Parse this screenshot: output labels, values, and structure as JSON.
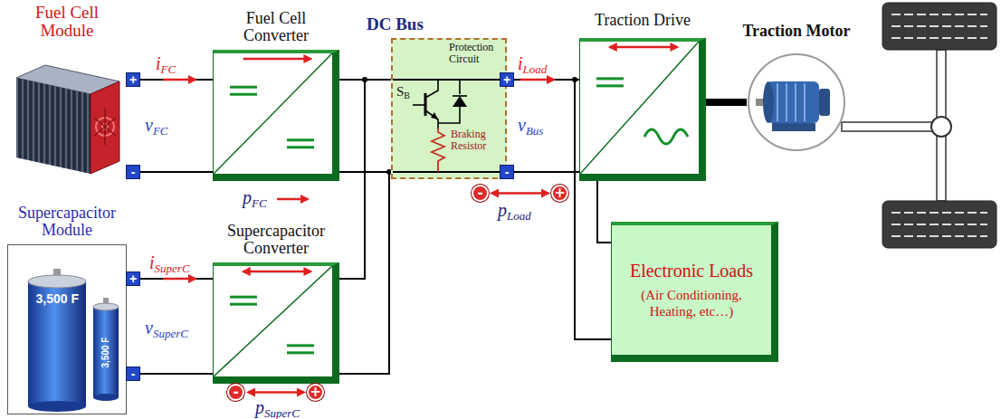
{
  "diagram": {
    "nodes": [
      {
        "text": [
          "Fuel Cell Module"
        ]
      },
      {
        "text": [
          "Fuel Cell Converter"
        ]
      },
      {
        "text": [
          "SB",
          "Protection Circuit",
          "Braking Resistor"
        ]
      },
      {
        "text": [
          "Traction Drive"
        ]
      },
      {
        "text": [
          "Traction Motor"
        ]
      },
      {
        "text": [
          "Supercapacitor Module"
        ]
      },
      {
        "text": [
          "Supercapacitor Converter"
        ]
      },
      {
        "text": [
          "Electronic Loads",
          "(Air Conditioning, Heating, etc…)"
        ]
      }
    ],
    "edges": [
      {
        "from": 0,
        "to": 1,
        "arrow": "none"
      },
      {
        "from": 5,
        "to": 6,
        "arrow": "none"
      },
      {
        "from": 1,
        "to": 2,
        "arrow": "none"
      },
      {
        "from": 6,
        "to": 2,
        "arrow": "none"
      },
      {
        "from": 2,
        "to": 3,
        "arrow": "none"
      },
      {
        "from": 2,
        "to": 7,
        "arrow": "none"
      },
      {
        "from": 3,
        "to": 4,
        "arrow": "none"
      }
    ],
    "labels": [
      "+",
      "-",
      "iFC",
      "vFC",
      "pFC",
      "DC Bus",
      "iLoad",
      "+",
      "vBus",
      "-",
      "-",
      "pLoad",
      "+",
      "+",
      "-",
      "iSuperC",
      "vSuperC",
      "-",
      "pSuperC",
      "+",
      "3,500 F",
      "3,500 F"
    ]
  }
}
